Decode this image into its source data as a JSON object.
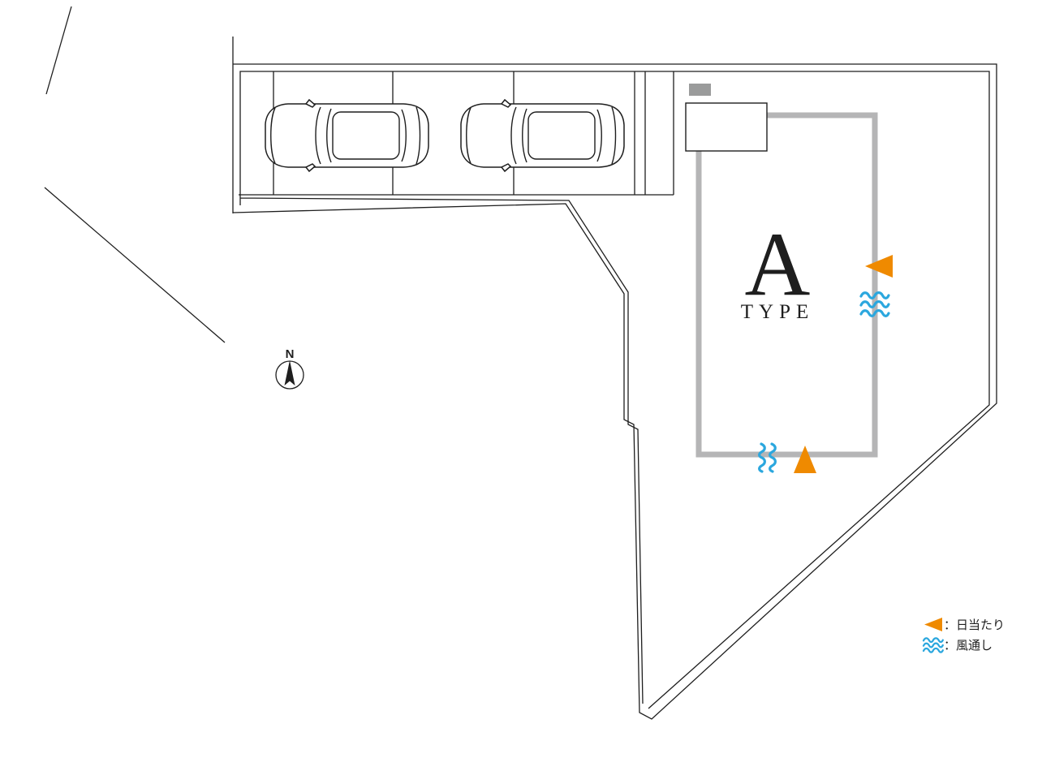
{
  "building": {
    "type_letter": "A",
    "type_label": "TYPE"
  },
  "compass": {
    "label": "N"
  },
  "parking": {
    "car_count": 2
  },
  "legend": {
    "items": [
      {
        "icon": "sun-triangle-icon",
        "label": "：日当たり"
      },
      {
        "icon": "airflow-wave-icon",
        "label": "：風通し"
      }
    ]
  },
  "colors": {
    "line": "#1e1e1e",
    "building-outline": "#b5b5b6",
    "utility-box": "#9a9b9b",
    "sun": "#ef8a00",
    "wind": "#2ba7de"
  }
}
